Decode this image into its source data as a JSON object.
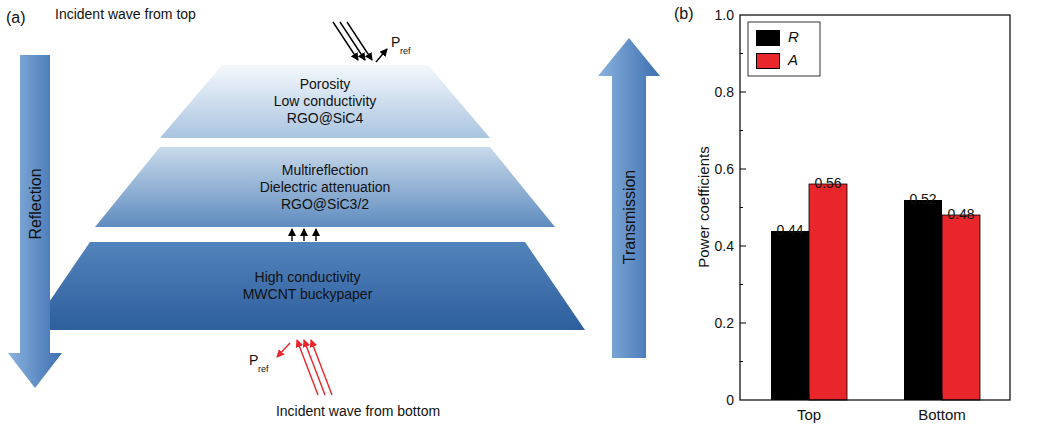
{
  "diagram": {
    "nodes": [
      {
        "text": [
          "Porosity",
          "Low conductivity",
          "RGO@SiC4"
        ]
      },
      {
        "text": [
          "Multireflection",
          "Dielectric attenuation",
          "RGO@SiC3/2"
        ]
      },
      {
        "text": [
          "High conductivity",
          "MWCNT buckypaper"
        ]
      },
      {
        "text": [
          "Reflection"
        ]
      },
      {
        "text": [
          "Transmission"
        ]
      }
    ],
    "labels": [
      "(a)",
      "Incident wave from top",
      "P",
      "ref",
      "P",
      "ref",
      "Incident wave from bottom",
      "(b)",
      "1.0",
      "0.8",
      "0.6",
      "0.4",
      "0.2",
      "0",
      "Power coefficients",
      "0.44",
      "0.56",
      "0.52",
      "0.48",
      "Top",
      "Bottom"
    ],
    "legend": [
      {
        "text": "R",
        "color": "#000000"
      },
      {
        "text": "A",
        "color": "#e8262b"
      }
    ]
  }
}
